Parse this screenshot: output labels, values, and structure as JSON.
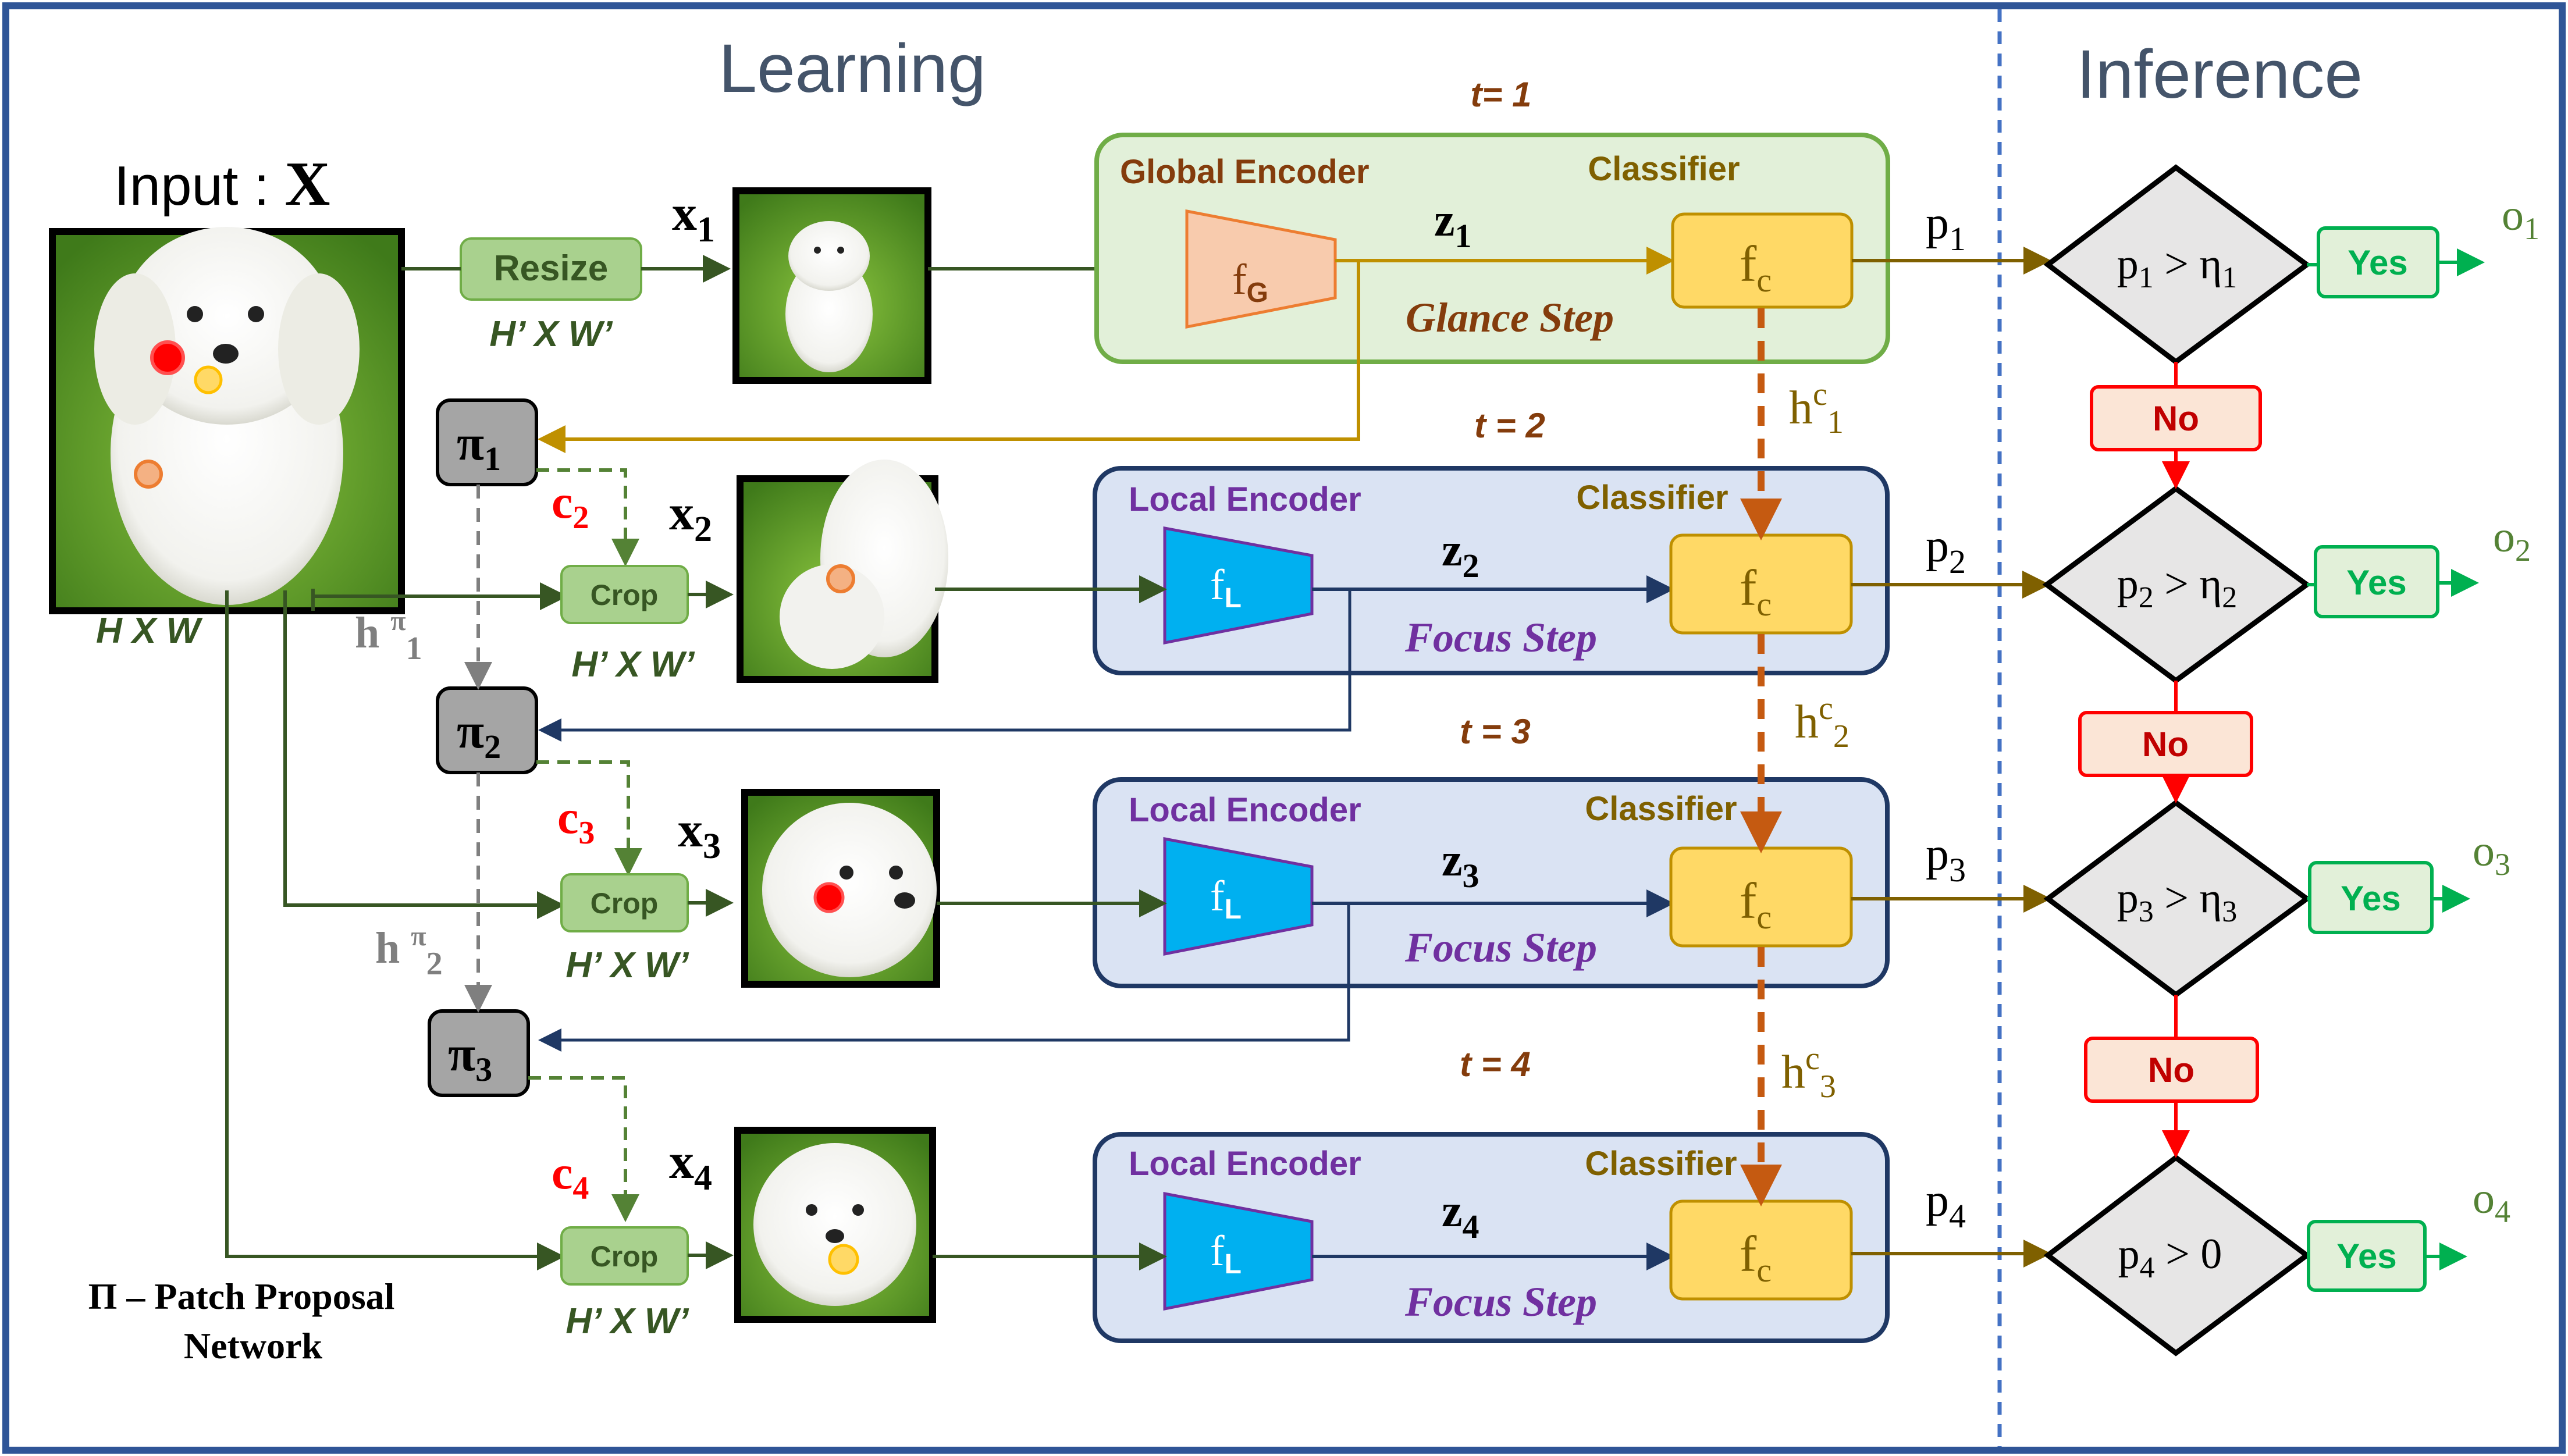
{
  "headings": {
    "learning": "Learning",
    "inference": "Inference"
  },
  "input": {
    "label": "Input : ",
    "symbol": "X",
    "dims": "H X W"
  },
  "resize": {
    "label": "Resize",
    "dims": "H’ X W’"
  },
  "crop_label": "Crop",
  "crop_dims": "H’ X W’",
  "steps": [
    {
      "t": "t= 1",
      "encoder": "Global Encoder",
      "classifier": "Classifier",
      "f_main": "f",
      "f_sub": "G",
      "z": "z",
      "z_sub": "1",
      "step_name": "Glance Step",
      "x": "x",
      "x_sub": "1",
      "p": "p",
      "p_sub": "1",
      "cond": "p",
      "cond_sub": "1",
      "cond_op": " > η",
      "cond_eta": "1",
      "yes": "Yes",
      "o": "o",
      "o_sub": "1"
    },
    {
      "t": "t = 2",
      "encoder": "Local Encoder",
      "classifier": "Classifier",
      "f_main": "f",
      "f_sub": "L",
      "z": "z",
      "z_sub": "2",
      "step_name": "Focus Step",
      "x": "x",
      "x_sub": "2",
      "p": "p",
      "p_sub": "2",
      "cond": "p",
      "cond_sub": "2",
      "cond_op": " > η",
      "cond_eta": "2",
      "yes": "Yes",
      "o": "o",
      "o_sub": "2",
      "c": "c",
      "c_sub": "2"
    },
    {
      "t": "t = 3",
      "encoder": "Local Encoder",
      "classifier": "Classifier",
      "f_main": "f",
      "f_sub": "L",
      "z": "z",
      "z_sub": "3",
      "step_name": "Focus Step",
      "x": "x",
      "x_sub": "3",
      "p": "p",
      "p_sub": "3",
      "cond": "p",
      "cond_sub": "3",
      "cond_op": " > η",
      "cond_eta": "3",
      "yes": "Yes",
      "o": "o",
      "o_sub": "3",
      "c": "c",
      "c_sub": "3"
    },
    {
      "t": "t = 4",
      "encoder": "Local Encoder",
      "classifier": "Classifier",
      "f_main": "f",
      "f_sub": "L",
      "z": "z",
      "z_sub": "4",
      "step_name": "Focus Step",
      "x": "x",
      "x_sub": "4",
      "p": "p",
      "p_sub": "4",
      "cond": "p",
      "cond_sub": "4",
      "cond_op": " > 0",
      "cond_eta": "",
      "yes": "Yes",
      "o": "o",
      "o_sub": "4",
      "c": "c",
      "c_sub": "4"
    }
  ],
  "classifier_f": {
    "main": "f",
    "sub": "c"
  },
  "no_label": "No",
  "pi": [
    {
      "sym": "π",
      "sub": "1"
    },
    {
      "sym": "π",
      "sub": "2"
    },
    {
      "sym": "π",
      "sub": "3"
    }
  ],
  "h_c": [
    {
      "h": "h",
      "sup": "c",
      "sub": "1"
    },
    {
      "h": "h",
      "sup": "c",
      "sub": "2"
    },
    {
      "h": "h",
      "sup": "c",
      "sub": "3"
    }
  ],
  "h_pi": [
    {
      "h": "h ",
      "sup": "π",
      "sub": "1"
    },
    {
      "h": "h ",
      "sup": "π",
      "sub": "2"
    }
  ],
  "legend": {
    "line1": "Π – Patch Proposal",
    "line2": "Network"
  },
  "colors": {
    "frame": "#2f5597",
    "green_box": "#e2f0d9",
    "green_border": "#70ad47",
    "blue_box": "#dae3f3",
    "navy_border": "#1f3864",
    "classifier_fill": "#ffd966",
    "global_enc_fill": "#f8cbad",
    "local_enc_fill": "#00b0f0",
    "red": "#ff0000",
    "yes_green": "#00b050",
    "dashed_orange": "#c55a11"
  }
}
